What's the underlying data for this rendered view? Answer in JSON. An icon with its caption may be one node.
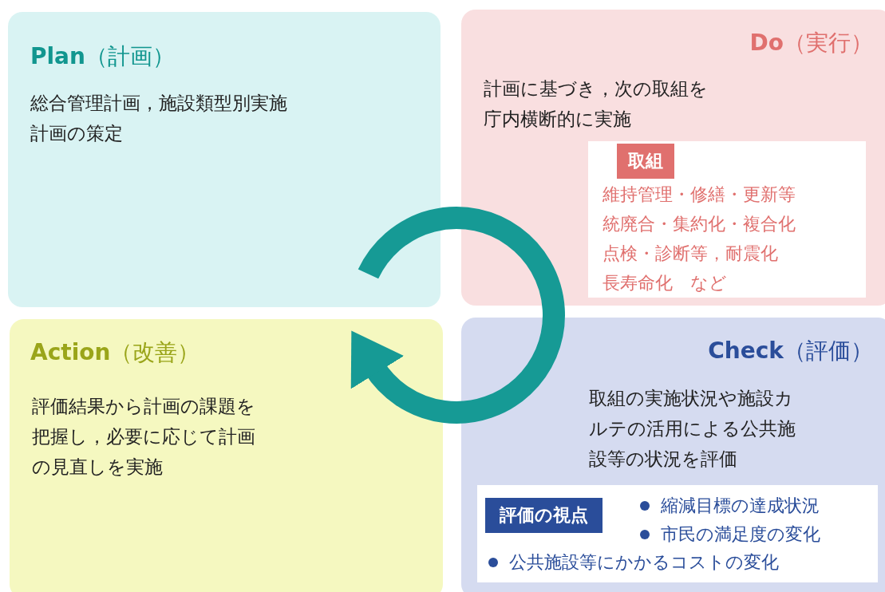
{
  "diagram": {
    "nodes": [
      {
        "text": [
          "**Plan**（計画）",
          "総合管理計画，施設類型別実施計画の策定"
        ]
      },
      {
        "text": [
          "**Do**（実行）",
          "計画に基づき，次の取組を庁内横断的に実施"
        ]
      },
      {
        "text": [
          "取組",
          "維持管理・修繕・更新等",
          "統廃合・集約化・複合化",
          "点検・診断等，耐震化",
          "長寿命化　など"
        ],
        "in": 1
      },
      {
        "text": [
          "**Action**（改善）",
          "評価結果から計画の課題を把握し，必要に応じて計画の見直しを実施"
        ]
      },
      {
        "text": [
          "**Check**（評価）",
          "取組の実施状況や施設カルテの活用による公共施設等の状況を評価"
        ]
      },
      {
        "text": [
          "評価の視点",
          "縮減目標の達成状況",
          "市民の満足度の変化",
          "公共施設等にかかるコストの変化"
        ],
        "in": 4
      }
    ],
    "edges": [
      {
        "from": 0,
        "to": 3,
        "arrow": "to"
      }
    ]
  }
}
